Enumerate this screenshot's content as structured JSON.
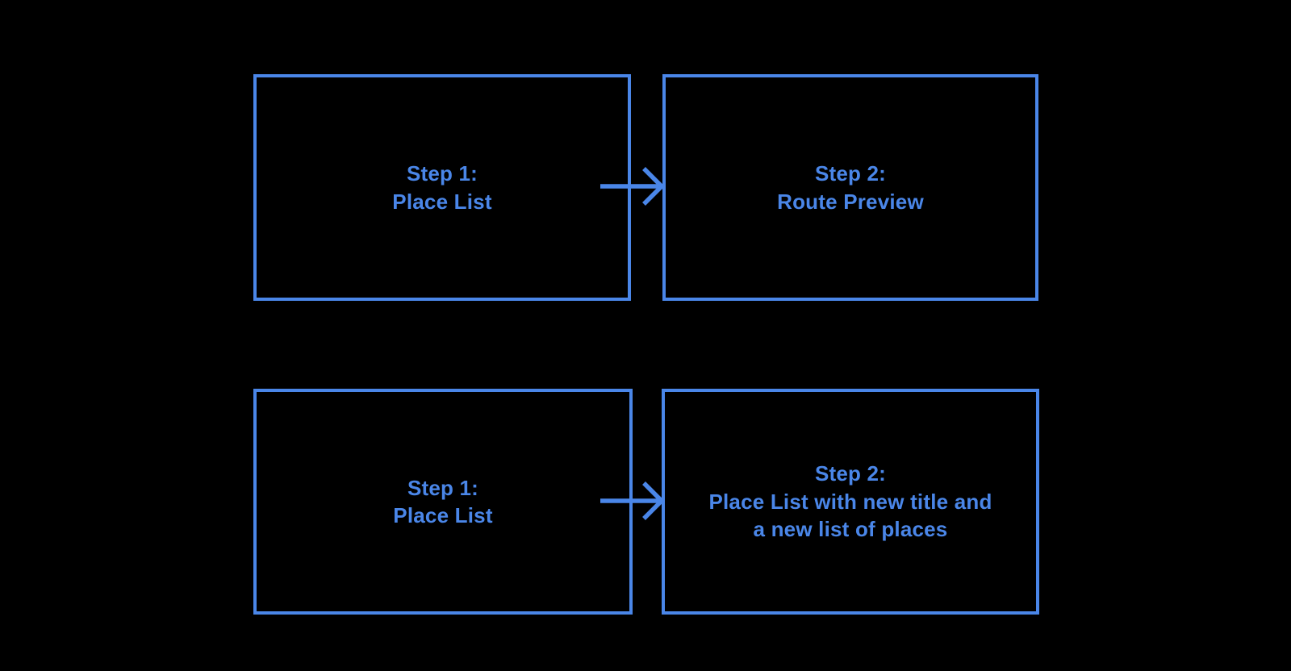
{
  "colors": {
    "background": "#000000",
    "accent": "#4A86E8"
  },
  "diagram": {
    "row1": {
      "box1": {
        "line1": "Step 1:",
        "line2": "Place List"
      },
      "box2": {
        "line1": "Step 2:",
        "line2": "Route Preview"
      }
    },
    "row2": {
      "box3": {
        "line1": "Step 1:",
        "line2": "Place List"
      },
      "box4": {
        "line1": "Step 2:",
        "line2": "Place List with new title and",
        "line3": "a new list of places"
      }
    }
  }
}
